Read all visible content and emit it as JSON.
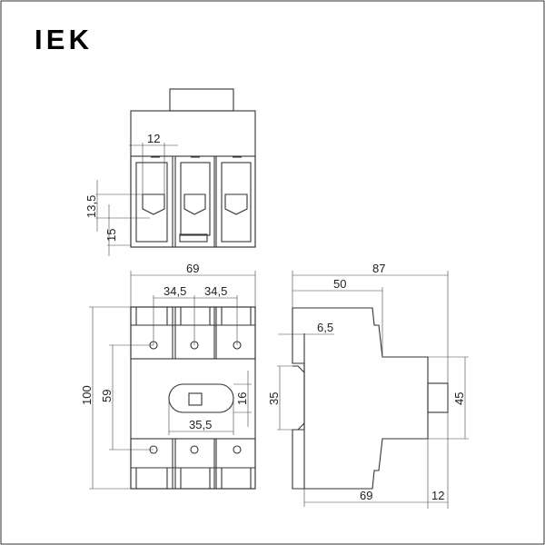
{
  "logo": {
    "text": "IEK"
  },
  "top_view": {
    "dims": {
      "terminal_width": "12",
      "terminal_height": "13,5",
      "terminal_offset": "15"
    }
  },
  "front_view": {
    "dims": {
      "width": "69",
      "pitch_left": "34,5",
      "pitch_right": "34,5",
      "height": "100",
      "screw_spacing": "59",
      "handle_height": "16",
      "handle_width": "35,5"
    }
  },
  "side_view": {
    "dims": {
      "depth_total": "87",
      "depth_front": "50",
      "rail_offset": "6,5",
      "rail_width": "35",
      "front_height": "45",
      "depth_body": "69",
      "handle_depth": "12"
    }
  }
}
